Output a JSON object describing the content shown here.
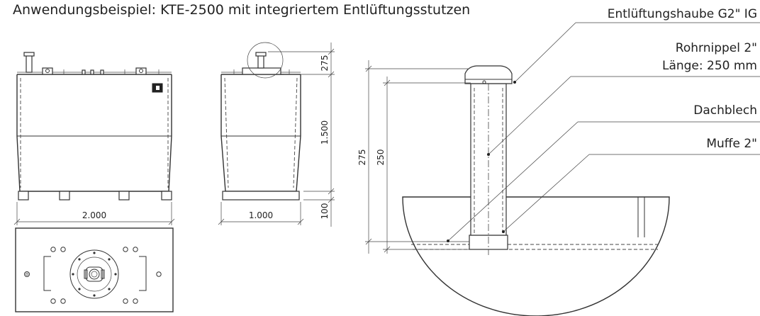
{
  "title": "Anwendungsbeispiel: KTE-2500 mit integriertem Entlüftungsstutzen",
  "callouts": {
    "hood": "Entlüftungshaube G2\" IG",
    "nipple_line1": "Rohrnippel 2\"",
    "nipple_line2": "Länge: 250 mm",
    "roof": "Dachblech",
    "sleeve": "Muffe 2\""
  },
  "dimensions": {
    "front_width": "2.000",
    "side_width": "1.000",
    "height": "1.500",
    "vent_height": "275",
    "foot_height": "100",
    "detail_total": "275",
    "detail_pipe": "250"
  }
}
